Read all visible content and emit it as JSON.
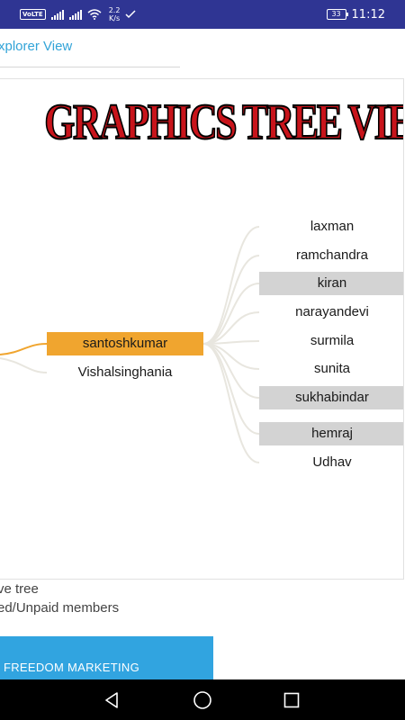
{
  "status_bar": {
    "network_badge": "VoLTE",
    "speed_value": "2.2",
    "speed_unit": "K/s",
    "battery": "33",
    "time": "11:12",
    "color": "#2f3593",
    "icons": [
      "signal-icon",
      "signal-icon",
      "wifi-icon",
      "check-icon"
    ]
  },
  "header": {
    "title": "xplorer View",
    "color": "#32a4d8"
  },
  "tree": {
    "banner": "GRAPHICS TREE VIEW",
    "banner_color": "#c8141b",
    "parent_nodes": [
      {
        "label": "santoshkumar",
        "state": "active"
      },
      {
        "label": "Vishalsinghania",
        "state": "normal"
      }
    ],
    "child_nodes": [
      {
        "label": "laxman",
        "state": "normal"
      },
      {
        "label": "ramchandra",
        "state": "normal"
      },
      {
        "label": "kiran",
        "state": "highlight"
      },
      {
        "label": "narayandevi",
        "state": "normal"
      },
      {
        "label": "surmila",
        "state": "normal"
      },
      {
        "label": "sunita",
        "state": "normal"
      },
      {
        "label": "sukhabindar",
        "state": "highlight"
      },
      {
        "label": "hemraj",
        "state": "highlight"
      },
      {
        "label": "Udhav",
        "state": "normal"
      }
    ],
    "active_color": "#f0a52f",
    "highlight_color": "#d3d3d3"
  },
  "info": {
    "line1": "ve tree",
    "line2": "ed/Unpaid members"
  },
  "action_button": {
    "label": "FREEDOM MARKETING",
    "color": "#31a4e0"
  },
  "nav_bar": {
    "icons": [
      "back-icon",
      "home-icon",
      "recents-icon"
    ]
  }
}
